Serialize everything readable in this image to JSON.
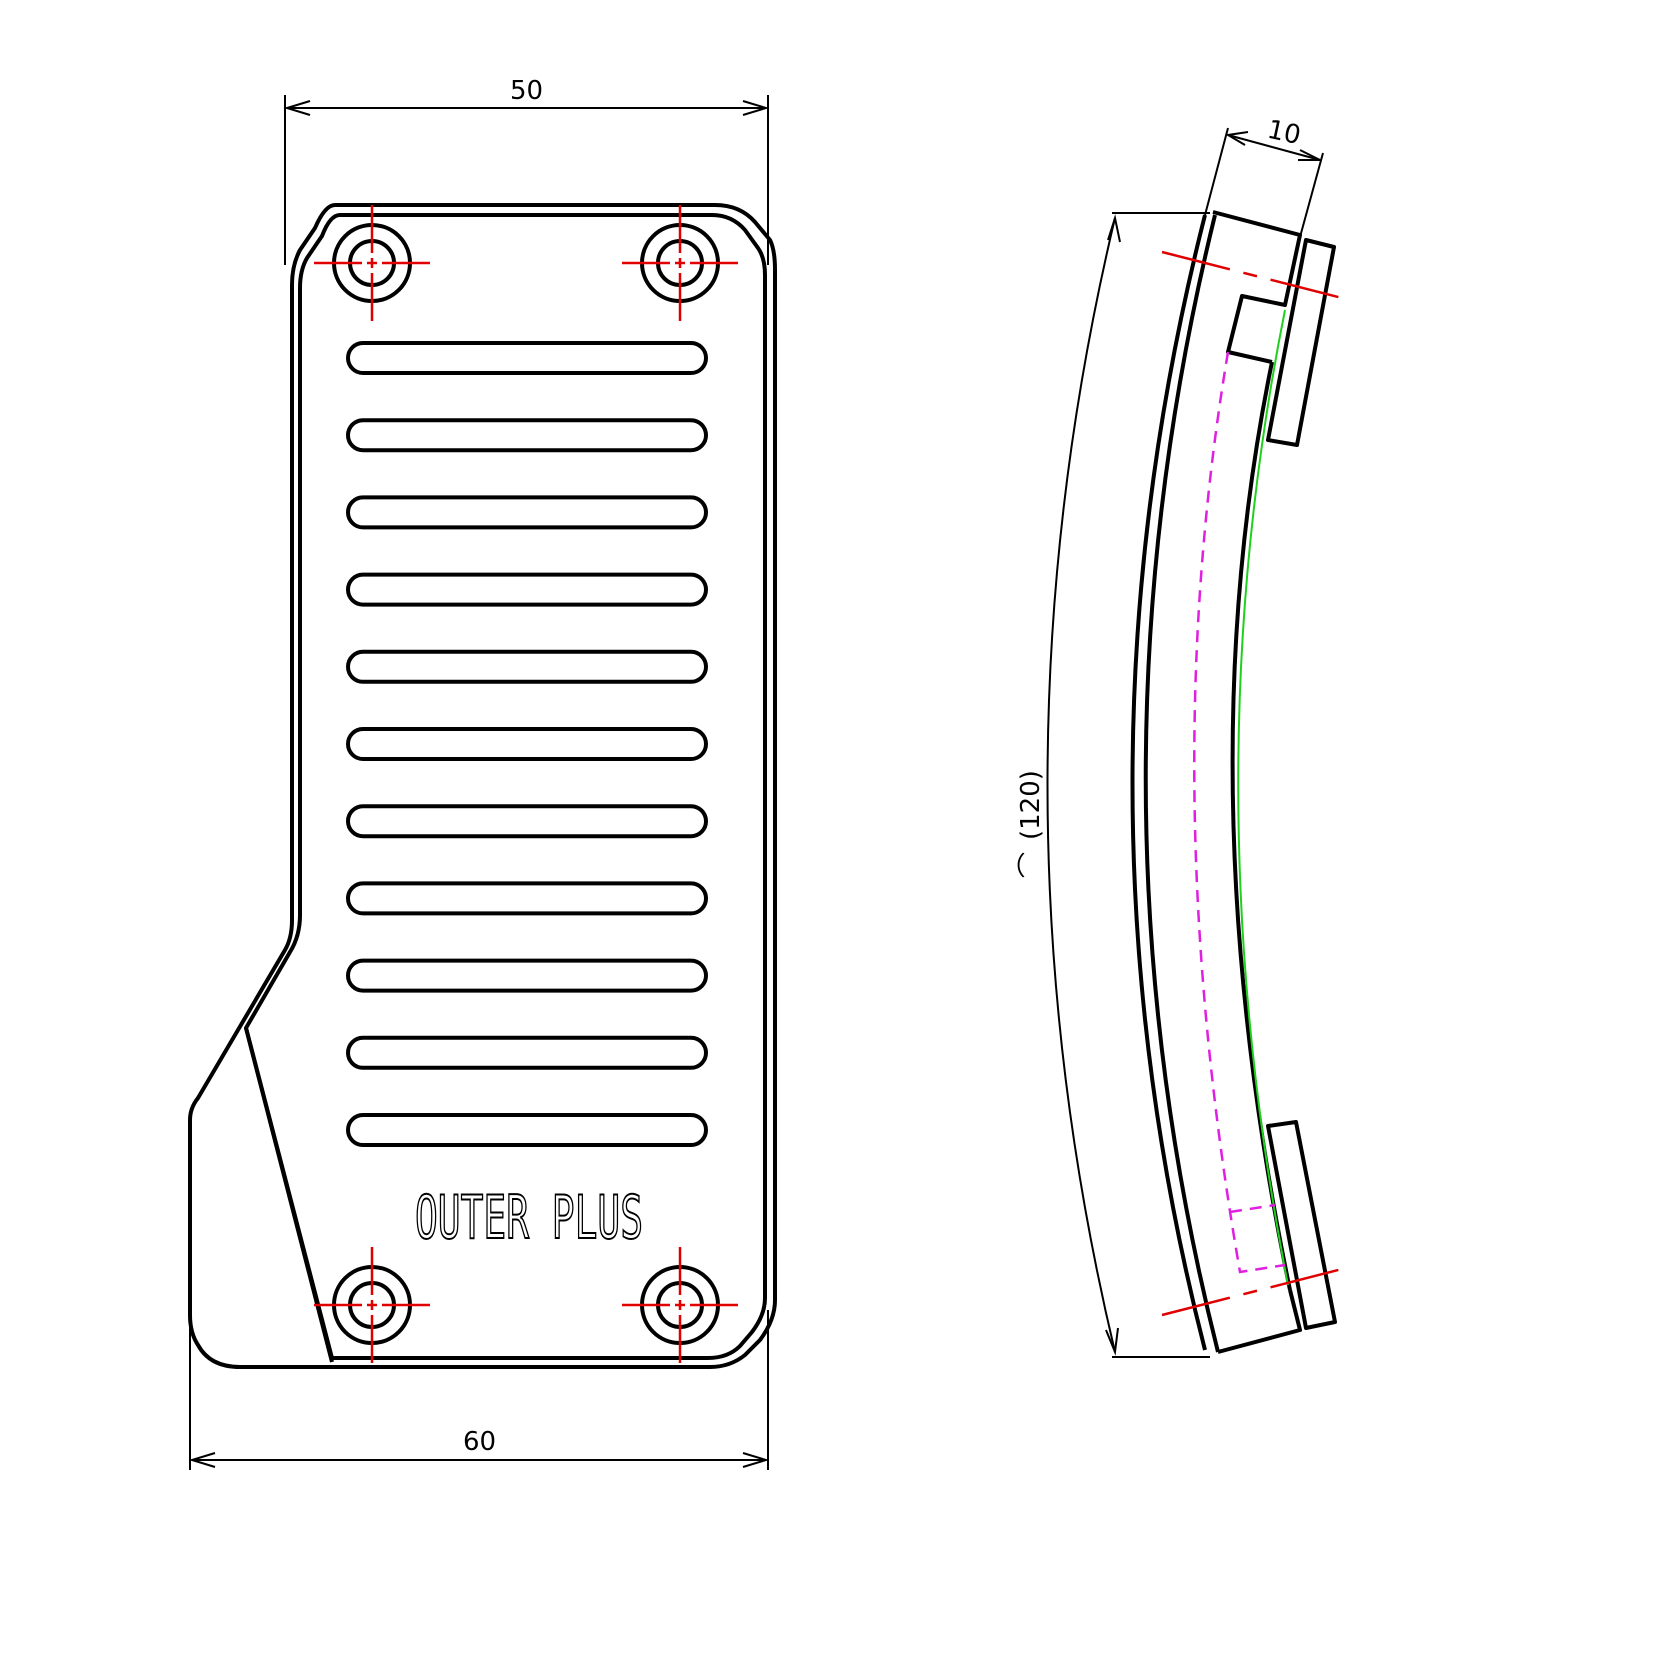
{
  "front_view": {
    "width_top_label": "50",
    "width_bottom_label": "60",
    "logo_text": "OUTER PLUS",
    "slot_count": 11,
    "hole_count": 4
  },
  "side_view": {
    "thickness_label": "10",
    "arc_length_label": "(120)",
    "arc_symbol": "⌒"
  },
  "colors": {
    "outline": "#000000",
    "centerline": "#e00000",
    "hidden_line": "#e020e0",
    "contact_line": "#20d020"
  }
}
